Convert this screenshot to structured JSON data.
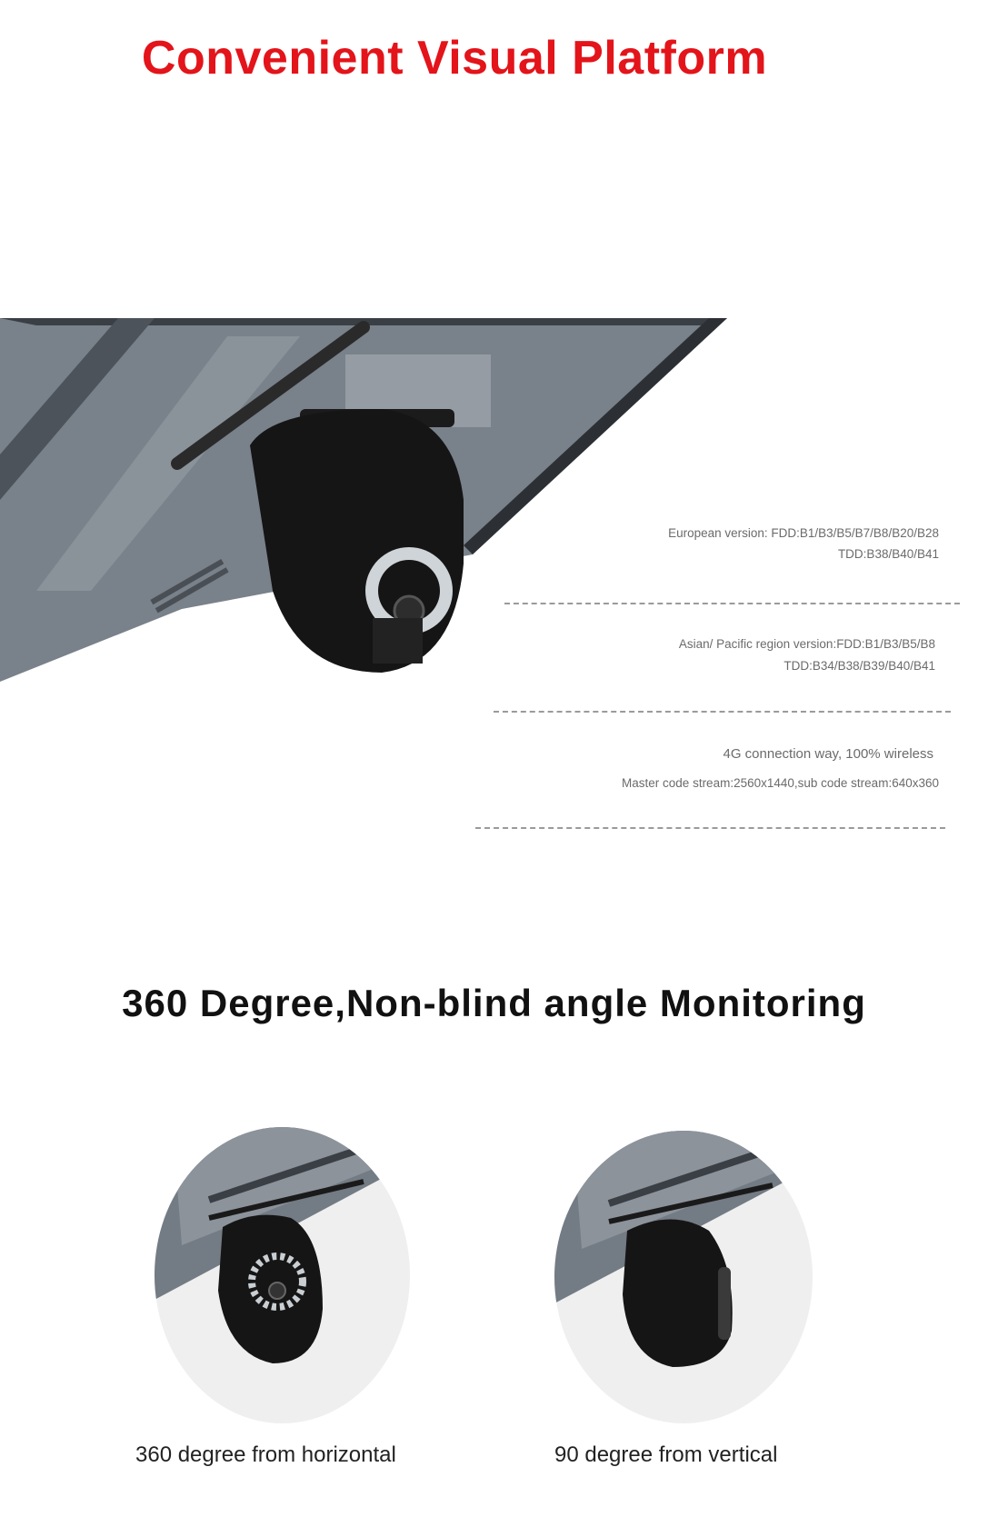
{
  "header": {
    "title": "Convenient Visual Platform"
  },
  "specs": {
    "european_line1": "European version:  FDD:B1/B3/B5/B7/B8/B20/B28",
    "european_line2": "TDD:B38/B40/B41",
    "asian_line1": "Asian/ Pacific region version:FDD:B1/B3/B5/B8",
    "asian_line2": "TDD:B34/B38/B39/B40/B41",
    "connection": "4G connection way, 100% wireless",
    "stream": "Master code stream:2560x1440,sub code stream:640x360"
  },
  "monitoring": {
    "heading": "360 Degree,Non-blind angle Monitoring",
    "items": [
      {
        "caption": "360 degree from horizontal"
      },
      {
        "caption": "90 degree from vertical"
      }
    ]
  },
  "colors": {
    "title": "#e3141a",
    "panel": "#6f7780",
    "camera": "#151515"
  }
}
